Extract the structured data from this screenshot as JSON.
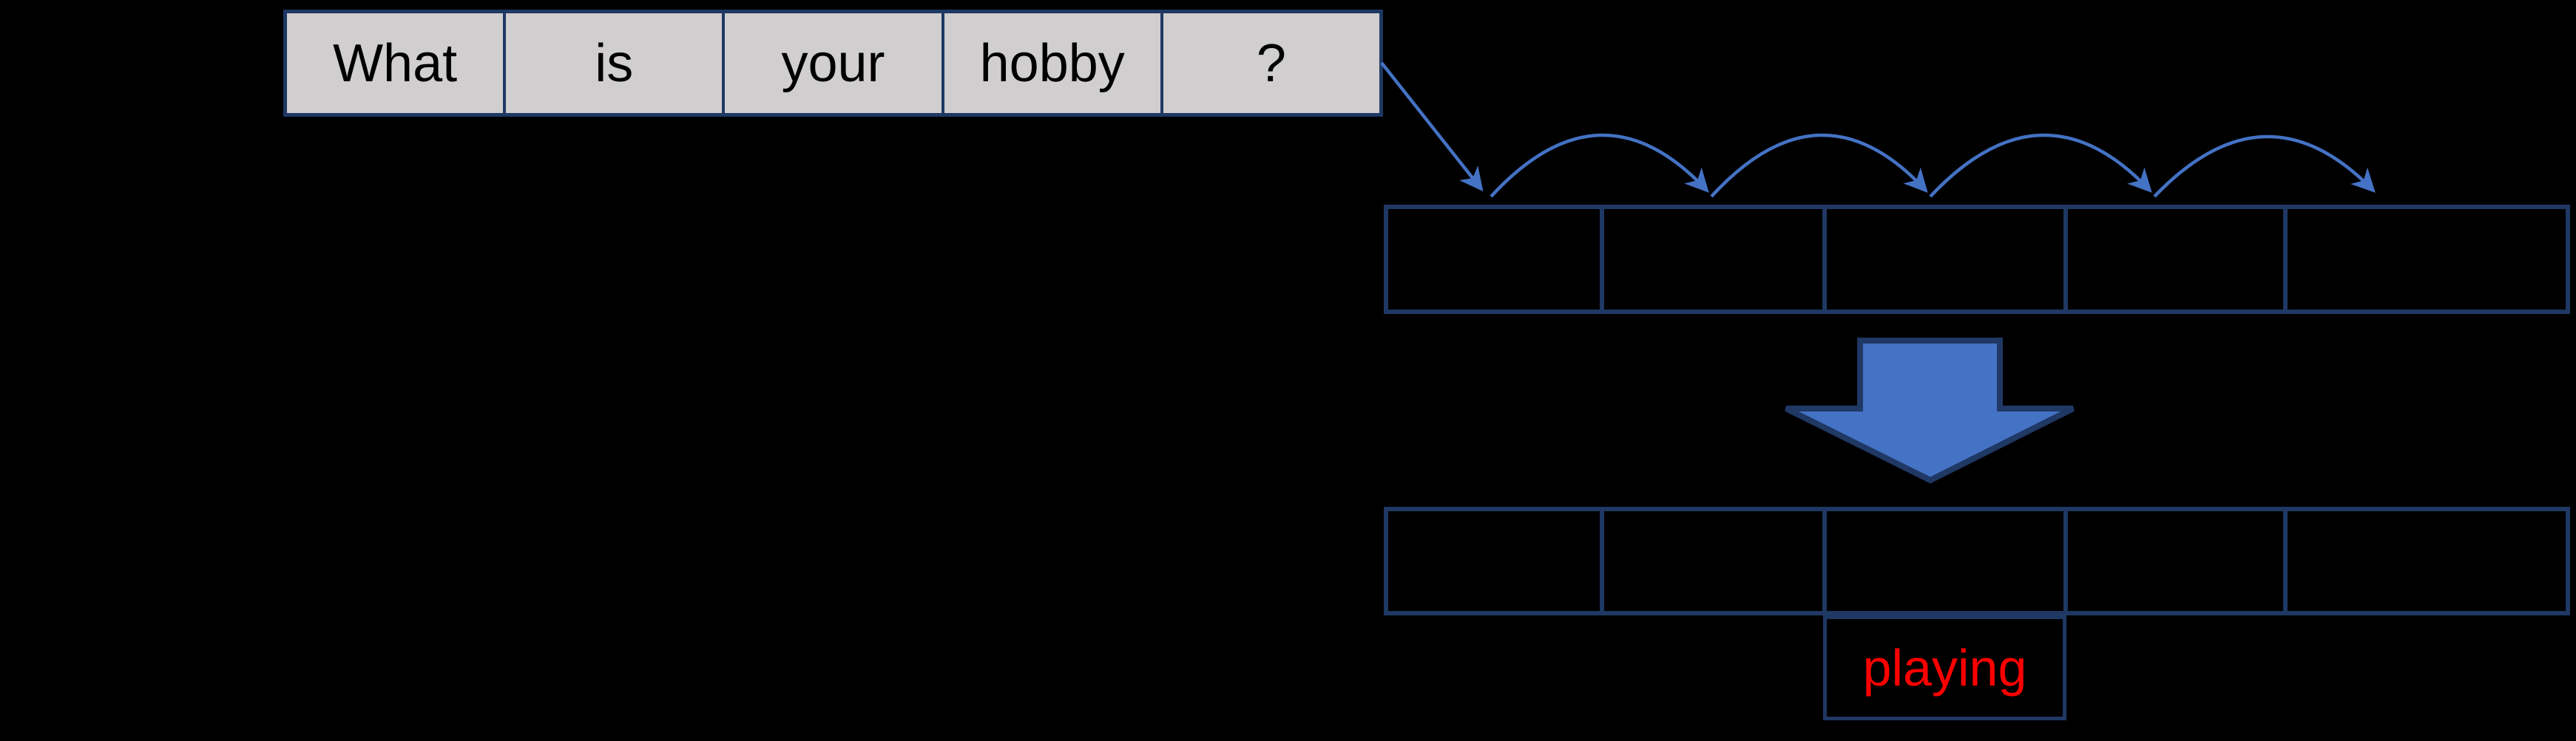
{
  "canvas": {
    "background": "#000000"
  },
  "sentence_row": {
    "tokens": [
      "What",
      "is",
      "your",
      "hobby",
      "?"
    ]
  },
  "token_slot_row": {
    "cell_count": 5
  },
  "output_slot_row": {
    "cell_count": 5
  },
  "prediction": {
    "label": "playing",
    "cell_index": 2
  },
  "colors": {
    "background": "#000000",
    "token_fill": "#d0cece",
    "token_text": "#000000",
    "border_navy": "#1f3864",
    "arrow_blue": "#4472c4",
    "prediction_text": "#ff0000"
  }
}
